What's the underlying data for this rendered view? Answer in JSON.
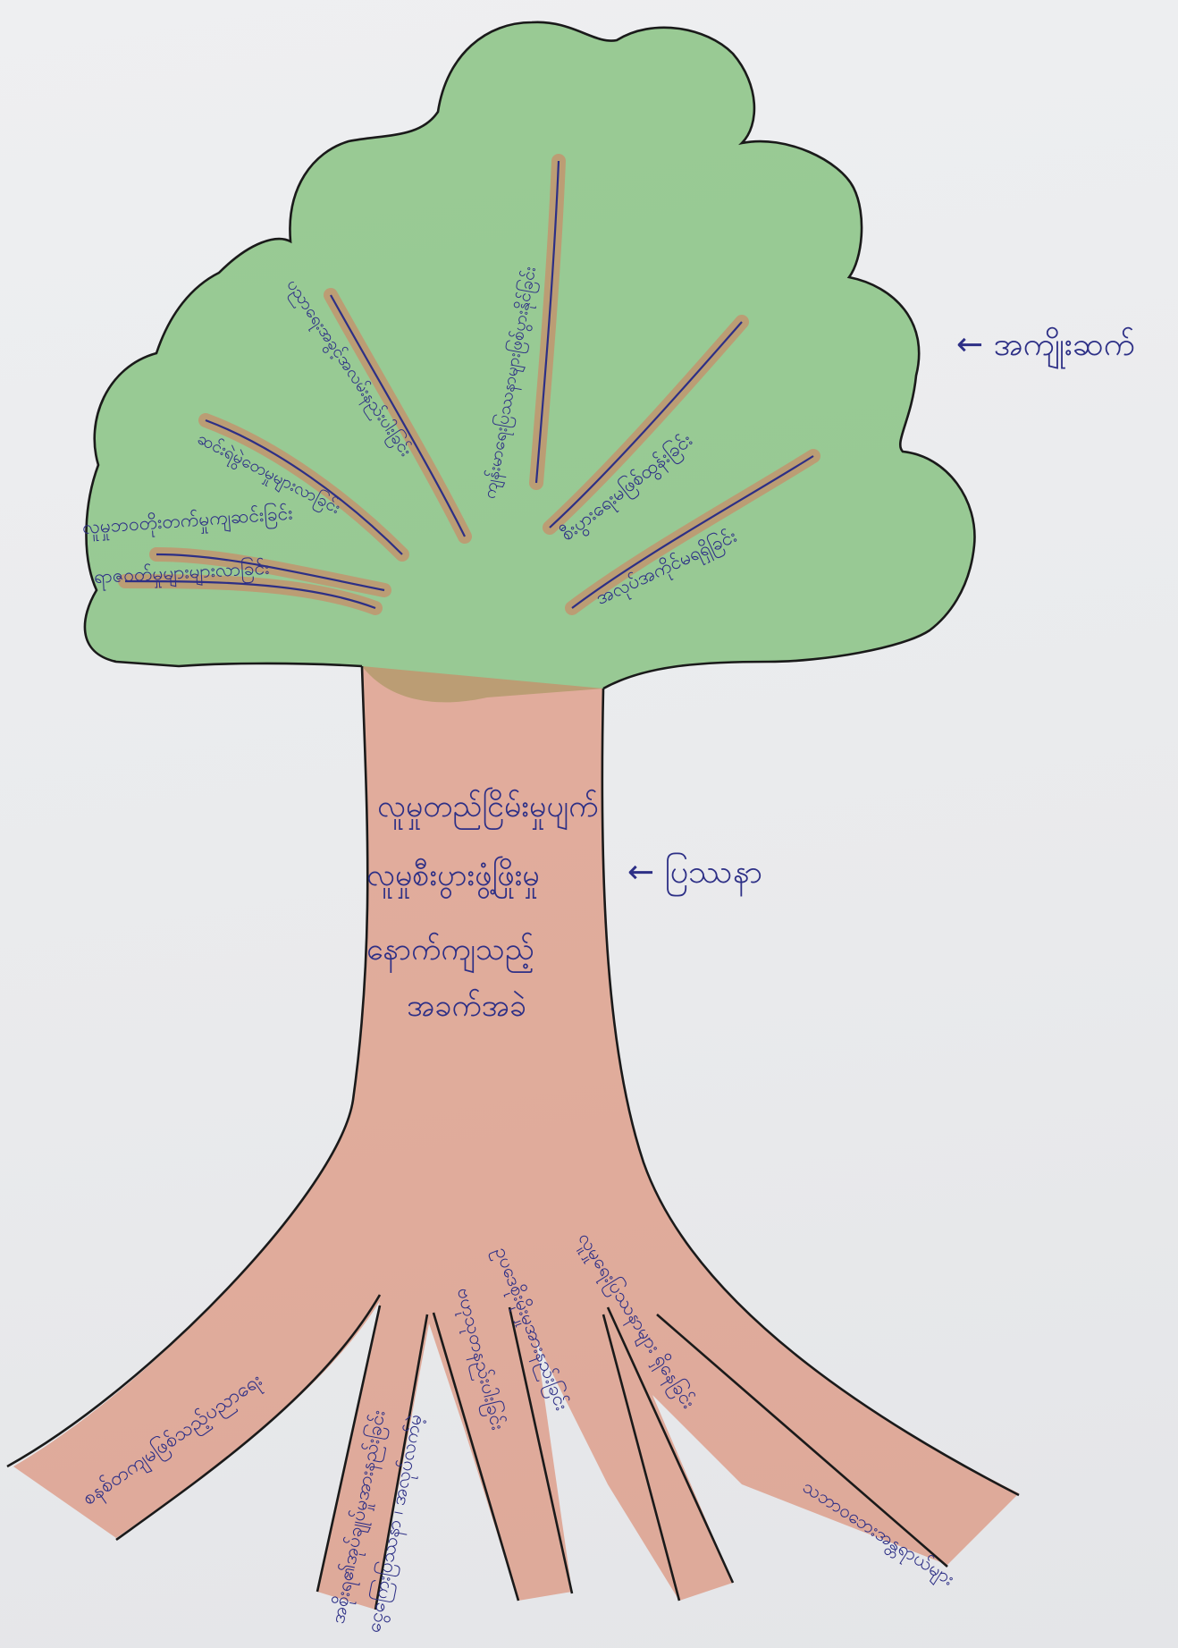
{
  "colors": {
    "ink": "#1a1a1a",
    "pen": "#2d2f86",
    "leaves": "#8fc58a",
    "wood": "#d9785a",
    "paper": "#eeeff1"
  },
  "side_labels": {
    "leaves": "← အကျိုးဆက်",
    "trunk": "← ပြဿနာ"
  },
  "trunk_text": [
    "လူမှုတည်ငြိမ်းမှုပျက်",
    "လူမှုစီးပွားဖွံ့ဖြိုးမှု",
    "နောက်ကျသည့်",
    "အခက်အခဲ"
  ],
  "branch_labels": [
    "ကျန်းမာရေးပြဿနာများဖြစ်ပွားနိုင်ခြင်း",
    "စီးပွားရေးမဖြစ်ထွန်းခြင်း",
    "အလုပ်အကိုင်မရရှိခြင်း",
    "ပညာရေးအခွင့်အလမ်းနည်းပါးခြင်း",
    "ဆင်းရဲမွဲတေမှုများလာခြင်း",
    "လူမှုဘဝတိုးတက်မှုကျဆင်းခြင်း",
    "ရာဇဝတ်မှုများများလာခြင်း"
  ],
  "root_labels": [
    "စနစ်တကျမဖြစ်သည့်ပညာရေး",
    "အစိုးရ၏အုပ်ချုပ်မှုအားနည်းခြင်း",
    "ငွေကြေးပြဿနာ ၊ အလုပ်လက်မဲ့",
    "ဗဟုသုတနည်းပါးခြင်း",
    "ဥပဒေစိုးမိုးမှုအားနည်းခြင်း",
    "လူမှုရေးပြဿနာများ ရှိနေခြင်း",
    "သဘာဝဘေးအန္တရာယ်များ"
  ]
}
